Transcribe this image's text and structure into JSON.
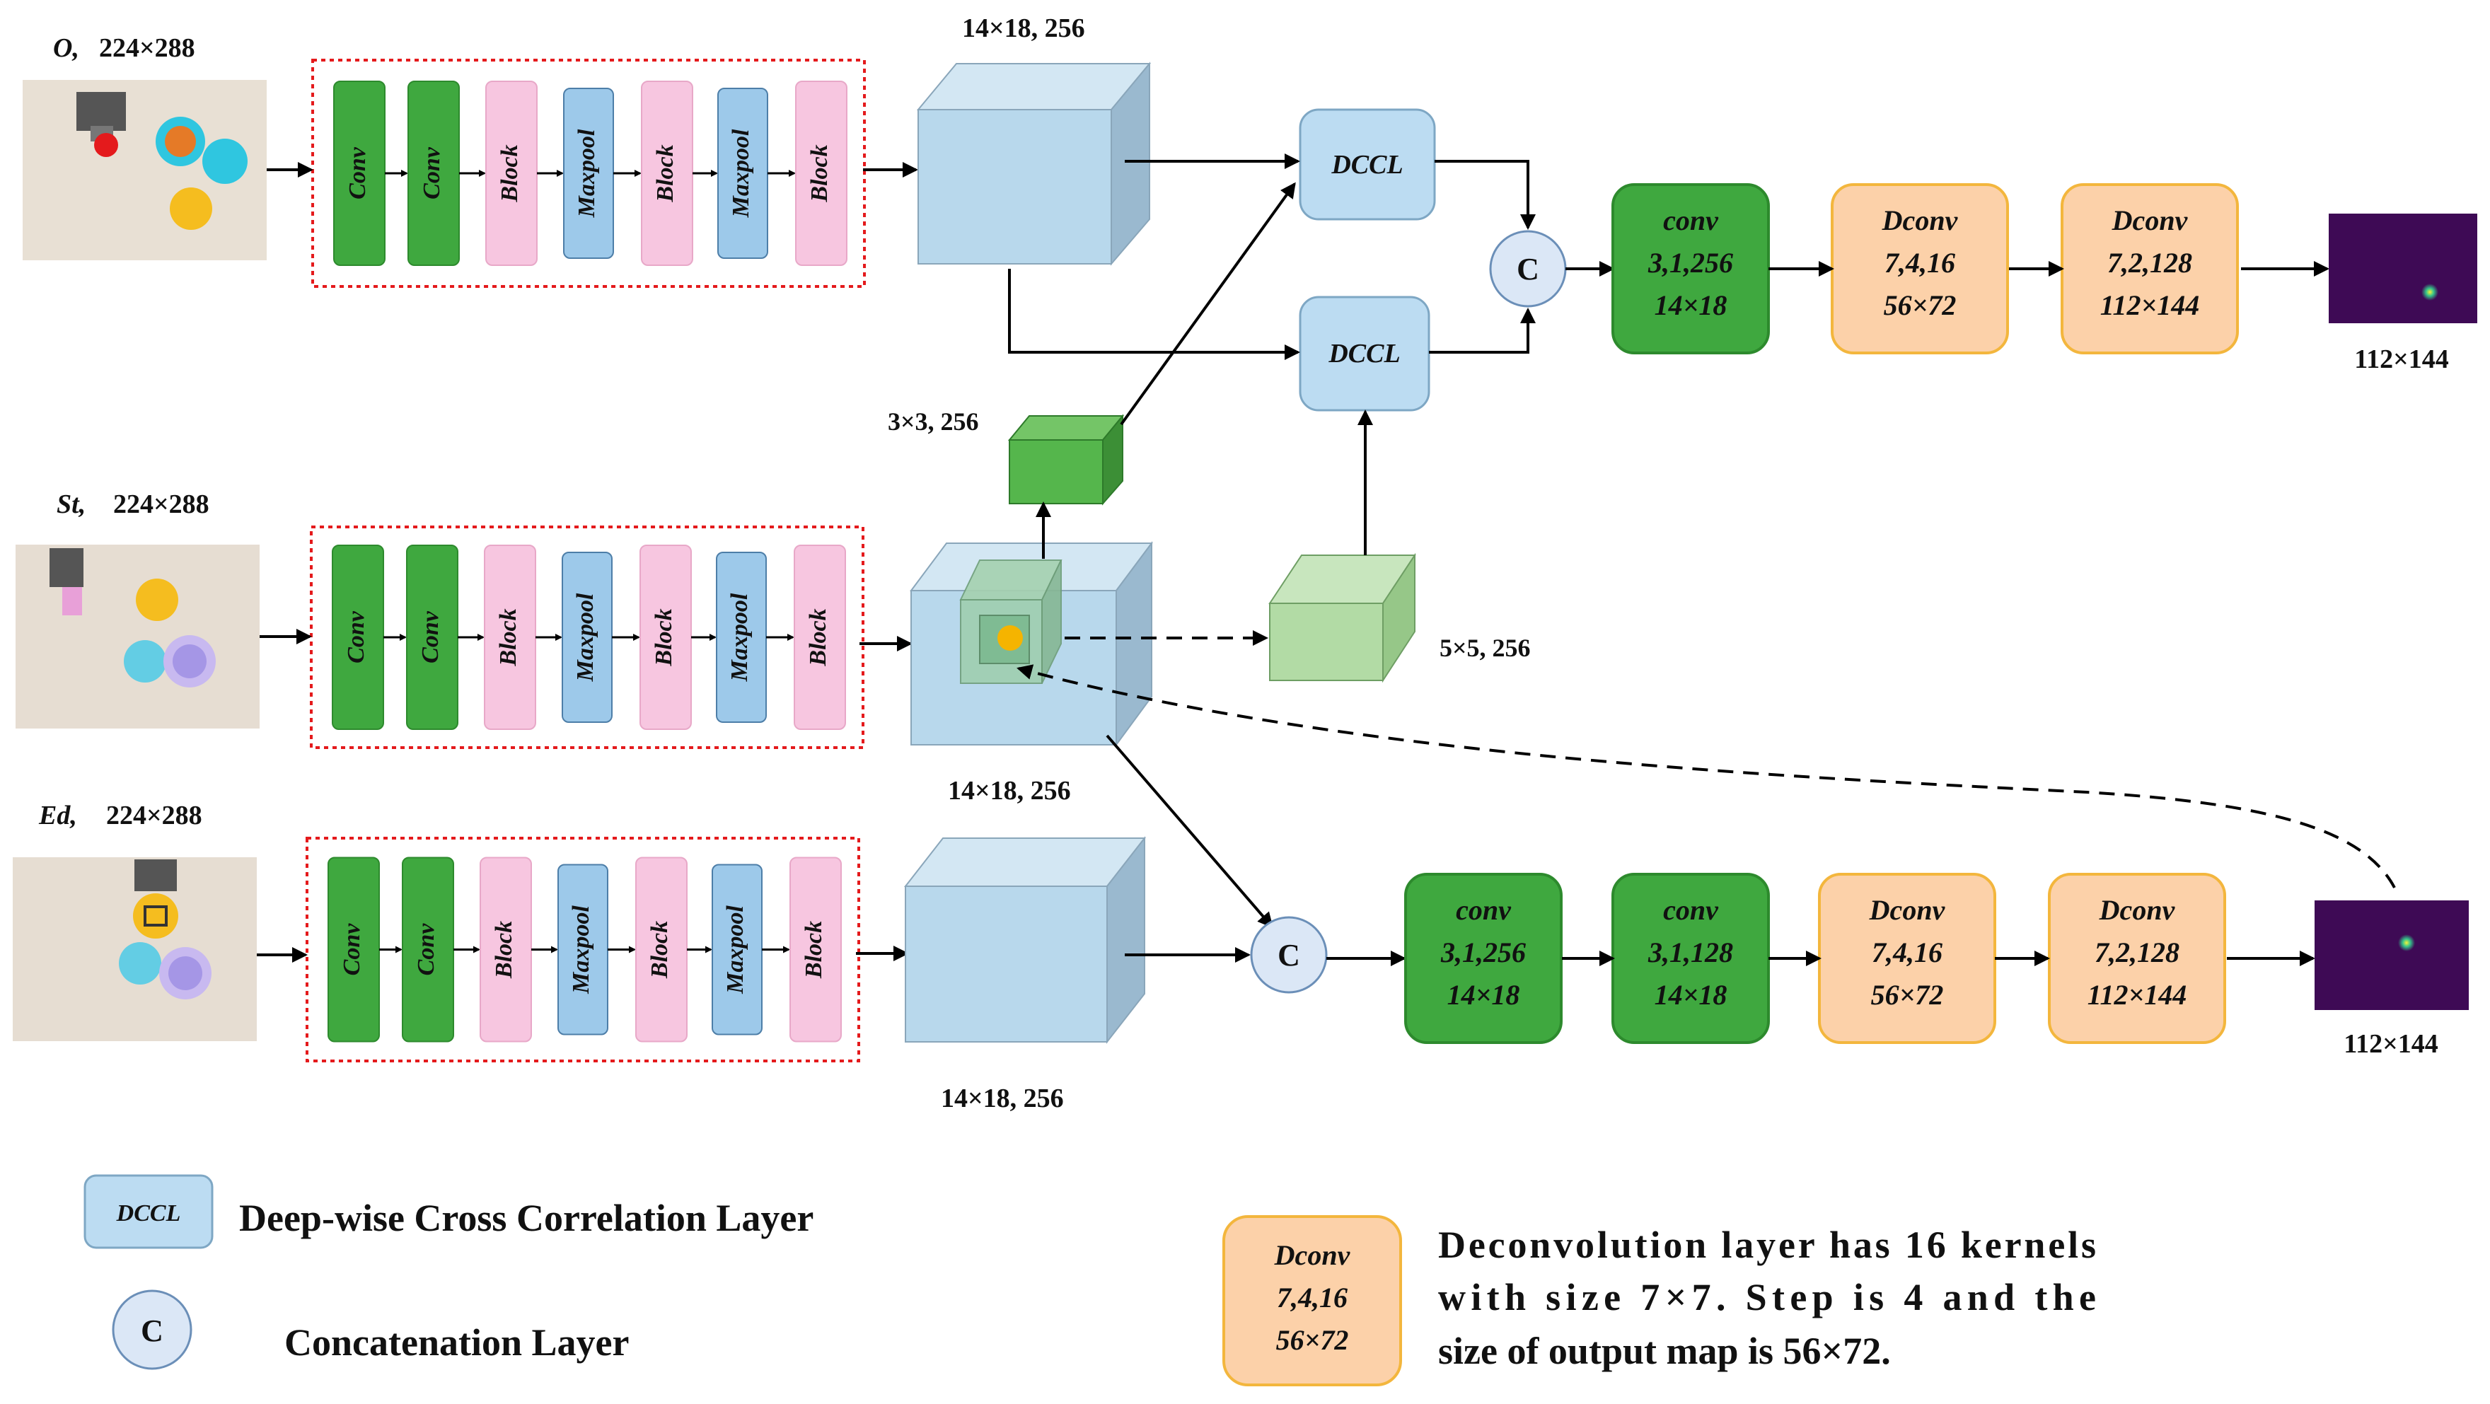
{
  "inputs": [
    {
      "label": "O,",
      "size": "224×288"
    },
    {
      "label": "St,",
      "size": "224×288"
    },
    {
      "label": "Ed,",
      "size": "224×288"
    }
  ],
  "backbone": [
    "Conv",
    "Conv",
    "Block",
    "Maxpool",
    "Block",
    "Maxpool",
    "Block"
  ],
  "feature_labels": {
    "o": "14×18, 256",
    "st": "14×18, 256",
    "ed": "14×18, 256",
    "small_kernel": "3×3, 256",
    "large_kernel": "5×5, 256"
  },
  "dccl": "DCCL",
  "concat": "C",
  "top_head": [
    {
      "type": "conv",
      "l2": "3,1,256",
      "l3": "14×18"
    },
    {
      "type": "Dconv",
      "l2": "7,4,16",
      "l3": "56×72"
    },
    {
      "type": "Dconv",
      "l2": "7,2,128",
      "l3": "112×144"
    }
  ],
  "bottom_head": [
    {
      "type": "conv",
      "l2": "3,1,256",
      "l3": "14×18"
    },
    {
      "type": "conv",
      "l2": "3,1,128",
      "l3": "14×18"
    },
    {
      "type": "Dconv",
      "l2": "7,4,16",
      "l3": "56×72"
    },
    {
      "type": "Dconv",
      "l2": "7,2,128",
      "l3": "112×144"
    }
  ],
  "output_sizes": {
    "top": "112×144",
    "bottom": "112×144"
  },
  "legend": {
    "dccl_box": "DCCL",
    "dccl_text": "Deep-wise Cross Correlation Layer",
    "concat_circle": "C",
    "concat_text": "Concatenation Layer",
    "dconv_box": [
      "Dconv",
      "7,4,16",
      "56×72"
    ],
    "dconv_text": [
      "Deconvolution layer has 16 kernels",
      "with size 7×7. Step is 4 and the",
      "size of output map is 56×72."
    ]
  },
  "colors": {
    "conv": "#3fa83f",
    "block": "#f7c6e0",
    "maxpool": "#9dc9ea",
    "dccl": "#bcdcf2",
    "dconv": "#fcd1a9",
    "feature_cube": "#b8d8ec",
    "kernel_small": "#55b64c",
    "kernel_large": "#b2dba5",
    "heatmap": "#3e0a55"
  }
}
